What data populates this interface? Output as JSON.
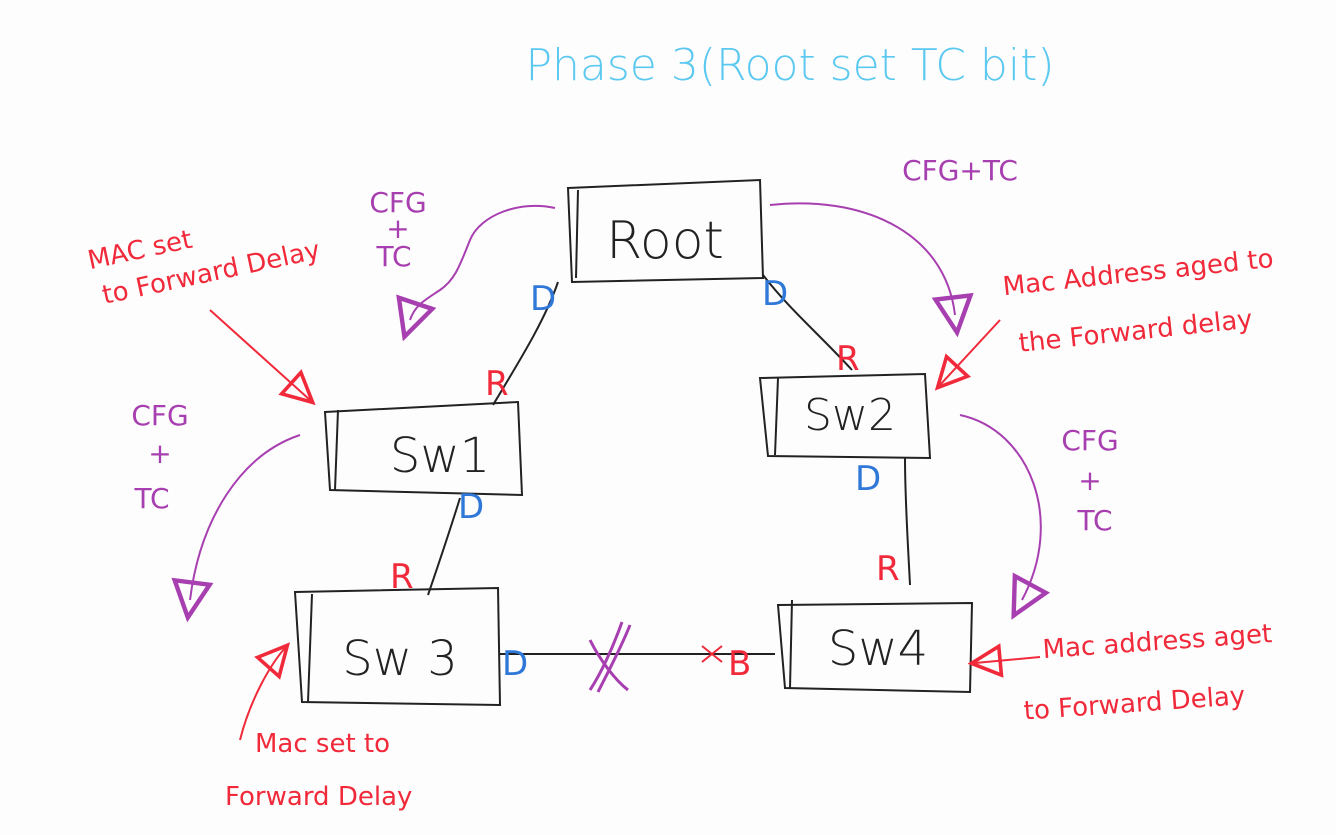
{
  "title": "Phase 3(Root set TC bit)",
  "colors": {
    "title": "#5bc8f0",
    "switch": "#222222",
    "bpdu": "#a73fb0",
    "annotation": "#f02a3a",
    "designated": "#2f78d8",
    "root_port": "#f02a3a",
    "background": "#fdfdfd"
  },
  "switches": {
    "root": "Root",
    "sw1": "Sw1",
    "sw2": "Sw2",
    "sw3": "Sw 3",
    "sw4": "Sw4"
  },
  "port_labels": {
    "root_left": "D",
    "root_right": "D",
    "sw1_top": "R",
    "sw1_bottom": "D",
    "sw2_top": "R",
    "sw2_bottom": "D",
    "sw3_top": "R",
    "sw3_right": "D",
    "sw4_top": "R",
    "sw4_left": "B"
  },
  "bpdu_labels": {
    "root_to_sw1": [
      "CFG",
      "+",
      "TC"
    ],
    "root_to_sw2": "CFG+TC",
    "sw1_to_sw3": [
      "CFG",
      "+",
      "TC"
    ],
    "sw2_to_sw4": [
      "CFG",
      "+",
      "TC"
    ]
  },
  "annotations": {
    "sw1": [
      "MAC set",
      "to Forward Delay"
    ],
    "sw2": [
      "Mac Address aged to",
      "the Forward delay"
    ],
    "sw3": [
      "Mac set to",
      "Forward Delay"
    ],
    "sw4": [
      "Mac address aget",
      "to Forward Delay"
    ]
  }
}
